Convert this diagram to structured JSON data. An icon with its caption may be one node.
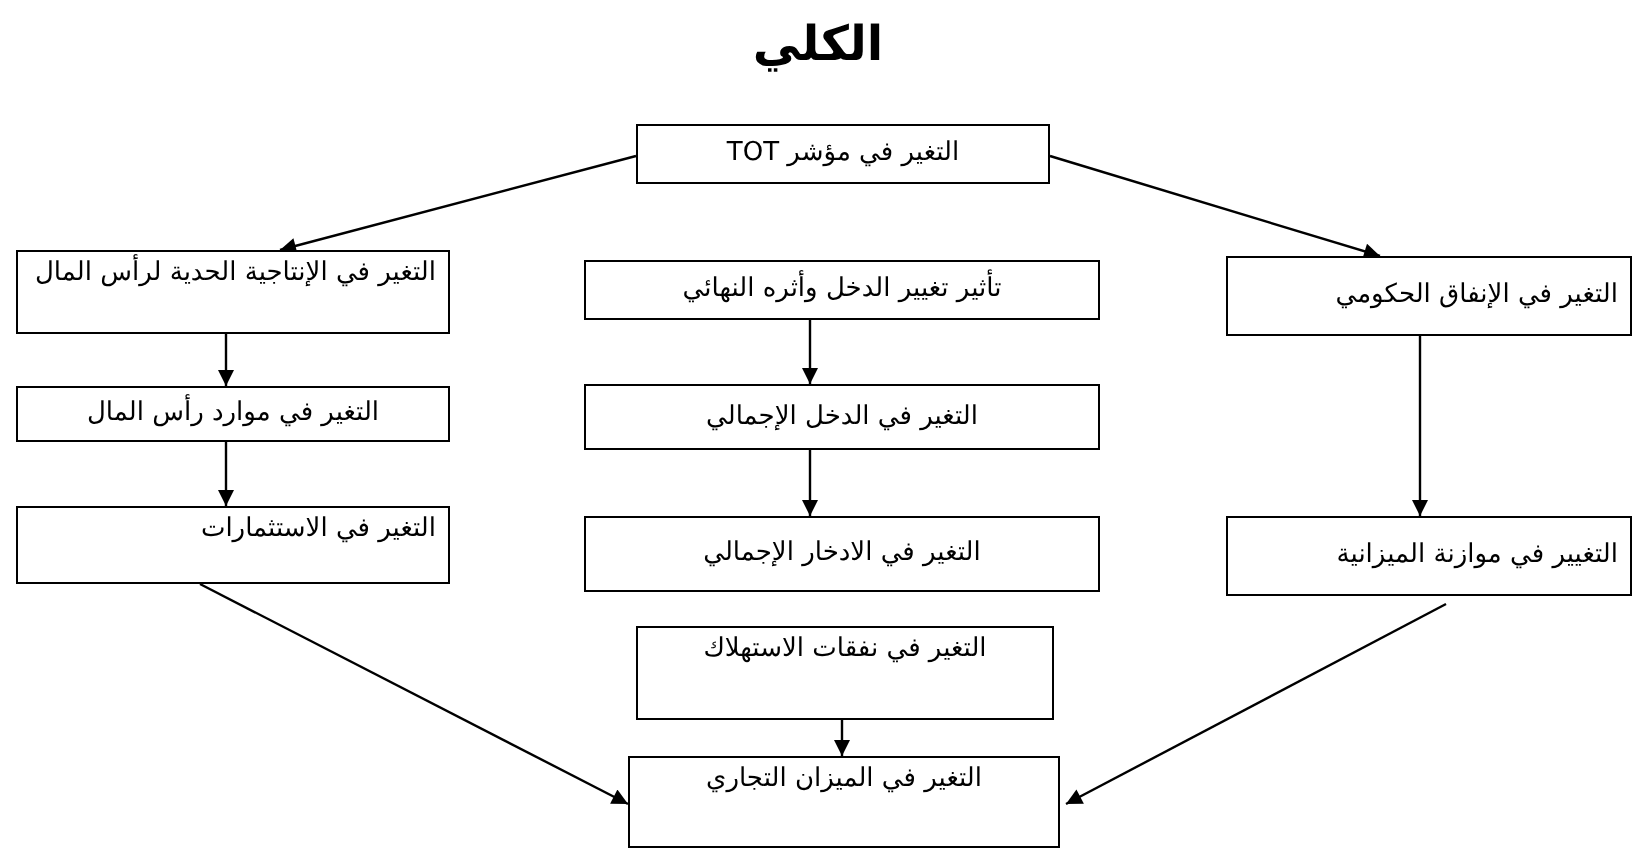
{
  "diagram": {
    "title": "الكلي",
    "nodes": [
      {
        "text": [
          "التغير في مؤشر TOT"
        ]
      },
      {
        "text": [
          "التغير في الإنتاجية الحدية لرأس المال"
        ]
      },
      {
        "text": [
          "تأثير تغيير الدخل وأثره النهائي"
        ]
      },
      {
        "text": [
          "التغير في الإنفاق الحكومي"
        ]
      },
      {
        "text": [
          "التغير في موارد رأس المال"
        ]
      },
      {
        "text": [
          "التغير في الدخل الإجمالي"
        ]
      },
      {
        "text": [
          "التغير في الاستثمارات"
        ]
      },
      {
        "text": [
          "التغير في الادخار الإجمالي"
        ]
      },
      {
        "text": [
          "التغيير في موازنة الميزانية"
        ]
      },
      {
        "text": [
          "التغير في نفقات الاستهلاك"
        ]
      },
      {
        "text": [
          "التغير في الميزان التجاري"
        ]
      }
    ],
    "edges": [
      {
        "from": 0,
        "to": 1,
        "arrow": "to"
      },
      {
        "from": 0,
        "to": 3,
        "arrow": "to"
      },
      {
        "from": 1,
        "to": 4,
        "arrow": "to"
      },
      {
        "from": 4,
        "to": 6,
        "arrow": "to"
      },
      {
        "from": 2,
        "to": 5,
        "arrow": "to"
      },
      {
        "from": 5,
        "to": 7,
        "arrow": "to"
      },
      {
        "from": 3,
        "to": 8,
        "arrow": "to"
      },
      {
        "from": 9,
        "to": 10,
        "arrow": "to"
      },
      {
        "from": 6,
        "to": 10,
        "arrow": "to"
      },
      {
        "from": 8,
        "to": 10,
        "arrow": "to"
      }
    ]
  }
}
